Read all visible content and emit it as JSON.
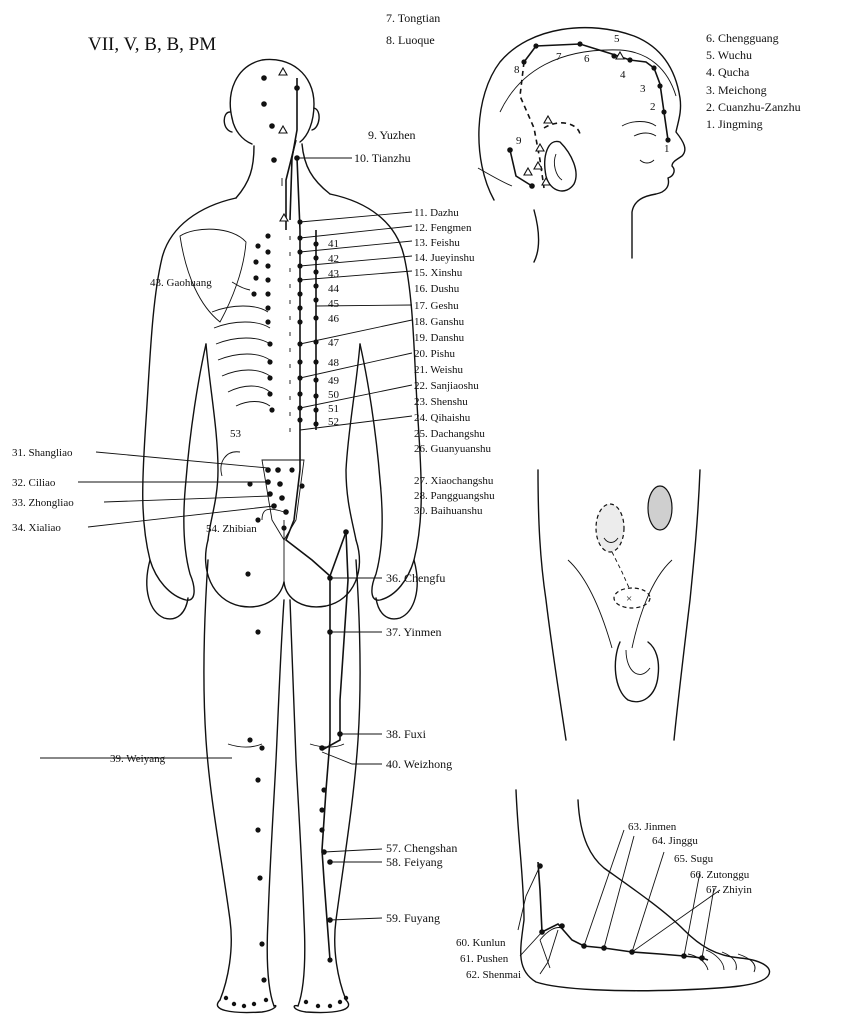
{
  "title": "VII, V, B, B, PM",
  "head_labels": {
    "7": "7. Tongtian",
    "8": "8. Luoque",
    "6": "6. Chengguang",
    "5": "5. Wuchu",
    "4": "4. Qucha",
    "3": "3. Meichong",
    "2": "2. Cuanzhu-Zanzhu",
    "1": "1. Jingming",
    "9": "9. Yuzhen",
    "10": "10. Tianzhu"
  },
  "head_numbers": [
    "8",
    "7",
    "6",
    "5",
    "4",
    "3",
    "2",
    "1",
    "9"
  ],
  "back_labels": {
    "11": "11. Dazhu",
    "12": "12. Fengmen",
    "13": "13. Feishu",
    "14": "14. Jueyinshu",
    "15": "15. Xinshu",
    "16": "16. Dushu",
    "17": "17. Geshu",
    "18": "18. Ganshu",
    "19": "19. Danshu",
    "20": "20. Pishu",
    "21": "21. Weishu",
    "22": "22. Sanjiaoshu",
    "23": "23. Shenshu",
    "24": "24. Qihaishu",
    "25": "25. Dachangshu",
    "26": "26. Guanyuanshu",
    "27": "27. Xiaochangshu",
    "28": "28. Pangguangshu",
    "30": "30. Baihuanshu"
  },
  "outer_numbers": [
    "41",
    "42",
    "43",
    "44",
    "45",
    "46",
    "47",
    "48",
    "49",
    "50",
    "51",
    "52",
    "53"
  ],
  "left_labels": {
    "43": "43. Gaohuang",
    "31": "31. Shangliao",
    "32": "32. Ciliao",
    "33": "33. Zhongliao",
    "34": "34. Xialiao",
    "54": "54. Zhibian",
    "39": "39. Weiyang"
  },
  "leg_labels": {
    "36": "36. Chengfu",
    "37": "37. Yinmen",
    "38": "38. Fuxi",
    "40": "40. Weizhong",
    "57": "57. Chengshan",
    "58": "58. Feiyang",
    "59": "59. Fuyang"
  },
  "foot_labels": {
    "60": "60. Kunlun",
    "61": "61. Pushen",
    "62": "62. Shenmai",
    "63": "63. Jinmen",
    "64": "64. Jinggu",
    "65": "65. Sugu",
    "66": "66. Zutonggu",
    "67": "67. Zhiyin"
  }
}
